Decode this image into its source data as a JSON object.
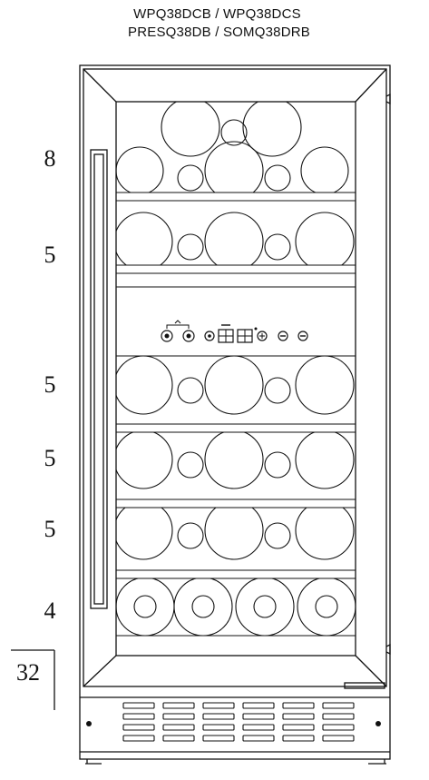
{
  "header": {
    "model_line_1": "WPQ38DCB / WPQ38DCS",
    "model_line_2": "PRESQ38DB / SOMQ38DRB"
  },
  "shelf_capacities": [
    {
      "shelf": "shelf-1",
      "bottles": "8"
    },
    {
      "shelf": "shelf-2",
      "bottles": "5"
    },
    {
      "shelf": "shelf-3",
      "bottles": "5"
    },
    {
      "shelf": "shelf-4",
      "bottles": "5"
    },
    {
      "shelf": "shelf-5",
      "bottles": "5"
    },
    {
      "shelf": "shelf-6",
      "bottles": "4"
    }
  ],
  "total_capacity": "32"
}
